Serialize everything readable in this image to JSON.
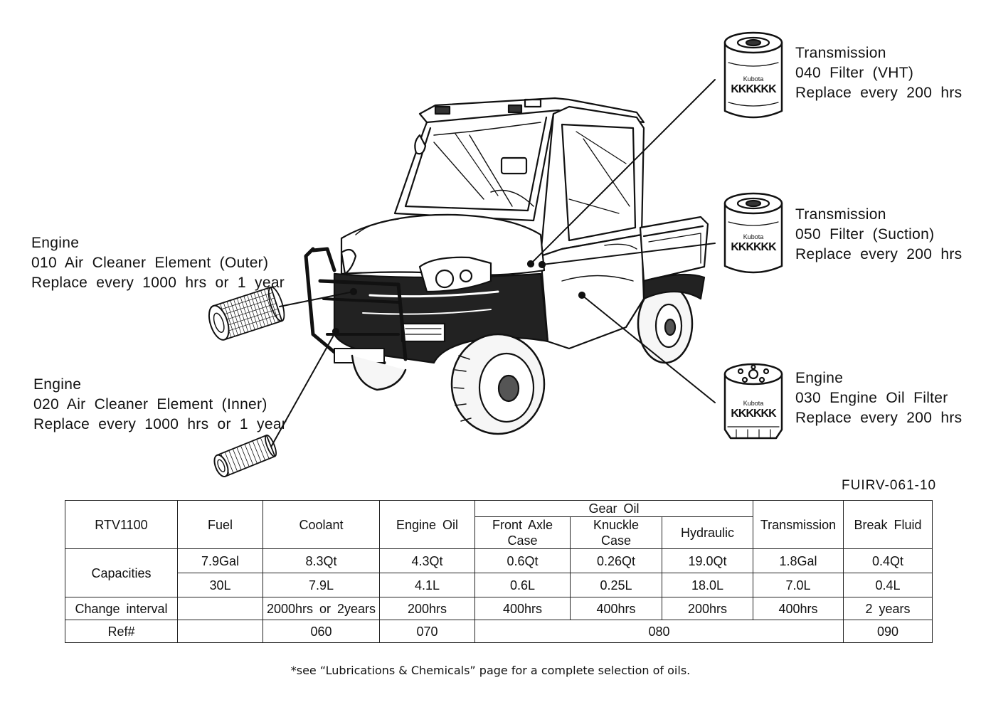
{
  "callouts": {
    "trans_040": {
      "line1": "Transmission",
      "line2": "040 Filter (VHT)",
      "line3": "Replace every 200 hrs"
    },
    "trans_050": {
      "line1": "Transmission",
      "line2": "050 Filter (Suction)",
      "line3": "Replace every 200 hrs"
    },
    "engine_030": {
      "line1": "Engine",
      "line2": "030 Engine Oil Filter",
      "line3": "Replace every 200 hrs"
    },
    "engine_010": {
      "line1": "Engine",
      "line2": "010 Air Cleaner Element (Outer)",
      "line3": "Replace every 1000 hrs or 1 year"
    },
    "engine_020": {
      "line1": "Engine",
      "line2": "020 Air Cleaner Element (Inner)",
      "line3": "Replace every 1000 hrs or 1 year"
    }
  },
  "filter_brand": "Kubota",
  "filter_pattern": "KKKKKK",
  "doc_code": "FUIRV-061-10",
  "table": {
    "model": "RTV1100",
    "headers": {
      "fuel": "Fuel",
      "coolant": "Coolant",
      "engine_oil": "Engine Oil",
      "gear_oil": "Gear Oil",
      "front_axle_1": "Front Axle",
      "front_axle_2": "Case",
      "knuckle_1": "Knuckle",
      "knuckle_2": "Case",
      "hydraulic": "Hydraulic",
      "transmission": "Transmission",
      "brake": "Break Fluid"
    },
    "capacities_label": "Capacities",
    "capacities_us": [
      "7.9Gal",
      "8.3Qt",
      "4.3Qt",
      "0.6Qt",
      "0.26Qt",
      "19.0Qt",
      "1.8Gal",
      "0.4Qt"
    ],
    "capacities_metric": [
      "30L",
      "7.9L",
      "4.1L",
      "0.6L",
      "0.25L",
      "18.0L",
      "7.0L",
      "0.4L"
    ],
    "interval_label": "Change interval",
    "intervals": [
      "",
      "2000hrs or 2years",
      "200hrs",
      "400hrs",
      "400hrs",
      "200hrs",
      "400hrs",
      "2 years"
    ],
    "ref_label": "Ref#",
    "refs": {
      "fuel": "",
      "coolant": "060",
      "engine_oil": "070",
      "gear": "080",
      "brake": "090"
    }
  },
  "footnote": "*see “Lubrications & Chemicals” page for a complete selection of oils."
}
